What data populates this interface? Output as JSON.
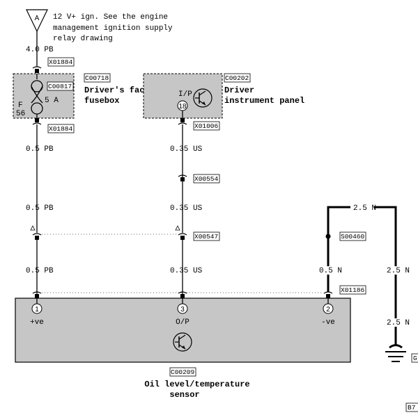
{
  "supply": {
    "letter": "A",
    "note_lines": [
      "12 V+ ign. See the engine",
      "management ignition supply",
      "relay drawing"
    ]
  },
  "wires": {
    "w1": "4.0 PB",
    "w2": "0.5 PB",
    "w3": "0.35 US",
    "w4": "0.5 PB",
    "w5": "0.35 US",
    "w6": "0.5 PB",
    "w7": "0.35 US",
    "w8": "0.5 N",
    "w9": "2.5 N",
    "w10": "2.5 N",
    "w11": "2.5 N"
  },
  "connectors": {
    "x01884_top": "X01884",
    "x01884_bottom": "X01884",
    "x01006": "X01006",
    "x00554": "X00554",
    "x00547": "X00547",
    "s00460": "S00460",
    "x01186": "X01186"
  },
  "fusebox": {
    "code": "C00718",
    "fuse_code": "C00817",
    "name_lines": [
      "Driver's facia",
      "fusebox"
    ],
    "fuse_rating": "5 A",
    "fuse_letter": "F",
    "fuse_number": "56"
  },
  "instrument": {
    "code": "C00202",
    "name_lines": [
      "Driver",
      "instrument panel"
    ],
    "io_label": "I/P",
    "pin": "18"
  },
  "sensor": {
    "code": "C00209",
    "name_lines": [
      "Oil level/temperature",
      "sensor"
    ],
    "pins": [
      {
        "num": "1",
        "label": "+ve"
      },
      {
        "num": "3",
        "label": "O/P"
      },
      {
        "num": "2",
        "label": "-ve"
      }
    ]
  },
  "ground_tag": "G",
  "page_ref": "B7"
}
